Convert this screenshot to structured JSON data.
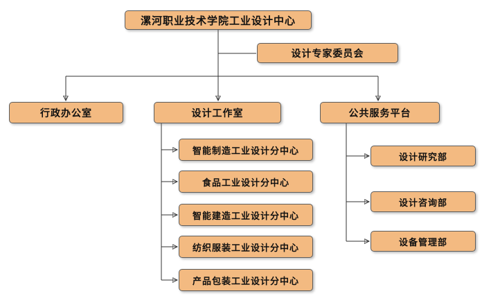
{
  "diagram": {
    "type": "org-chart",
    "root": {
      "label": "漯河职业技术学院工业设计中心"
    },
    "committee": {
      "label": "设计专家委员会"
    },
    "branches": [
      {
        "id": "admin-office",
        "label": "行政办公室",
        "children": []
      },
      {
        "id": "design-studio",
        "label": "设计工作室",
        "children": [
          {
            "label": "智能制造工业设计分中心"
          },
          {
            "label": "食品工业设计分中心"
          },
          {
            "label": "智能建造工业设计分中心"
          },
          {
            "label": "纺织服装工业设计分中心"
          },
          {
            "label": "产品包装工业设计分中心"
          }
        ]
      },
      {
        "id": "public-service",
        "label": "公共服务平台",
        "children": [
          {
            "label": "设计研究部"
          },
          {
            "label": "设计咨询部"
          },
          {
            "label": "设备管理部"
          }
        ]
      }
    ],
    "colors": {
      "box_fill": "#F3BA81",
      "box_border": "#5C5C5C",
      "connector": "#333333",
      "text": "#111111",
      "background": "#FFFFFF"
    }
  }
}
